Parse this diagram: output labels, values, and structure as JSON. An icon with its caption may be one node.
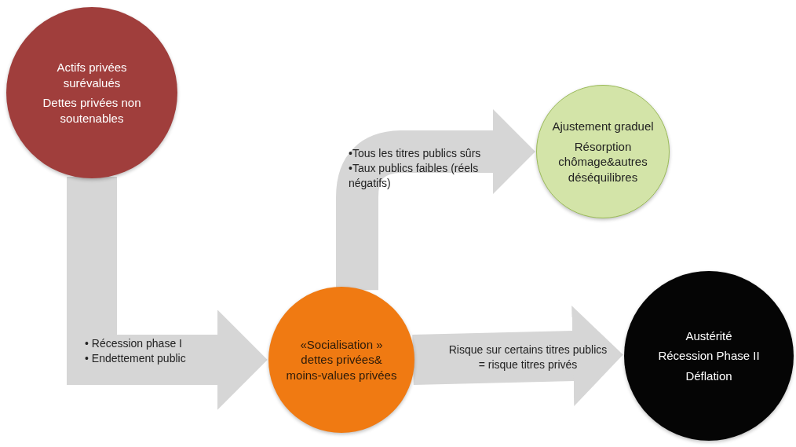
{
  "diagram": {
    "nodes": [
      {
        "text": [
          "Actifs privées surévalués",
          "Dettes privées non soutenables"
        ]
      },
      {
        "text": [
          "«Socialisation » dettes privées& moins-values privées"
        ]
      },
      {
        "text": [
          "Ajustement graduel",
          "Résorption chômage&autres déséquilibres"
        ]
      },
      {
        "text": [
          "Austérité",
          "Récession Phase II",
          "Déflation"
        ]
      }
    ],
    "edges": [
      {
        "from": 0,
        "to": 1,
        "arrow": "to",
        "label": [
          "• Récession phase I",
          "• Endettement public"
        ]
      },
      {
        "from": 1,
        "to": 2,
        "arrow": "to",
        "label": [
          "•Tous les titres publics sûrs",
          "•Taux publics faibles (réels négatifs)"
        ]
      },
      {
        "from": 1,
        "to": 3,
        "arrow": "to",
        "label": "Risque sur certains titres publics = risque titres privés"
      }
    ]
  }
}
